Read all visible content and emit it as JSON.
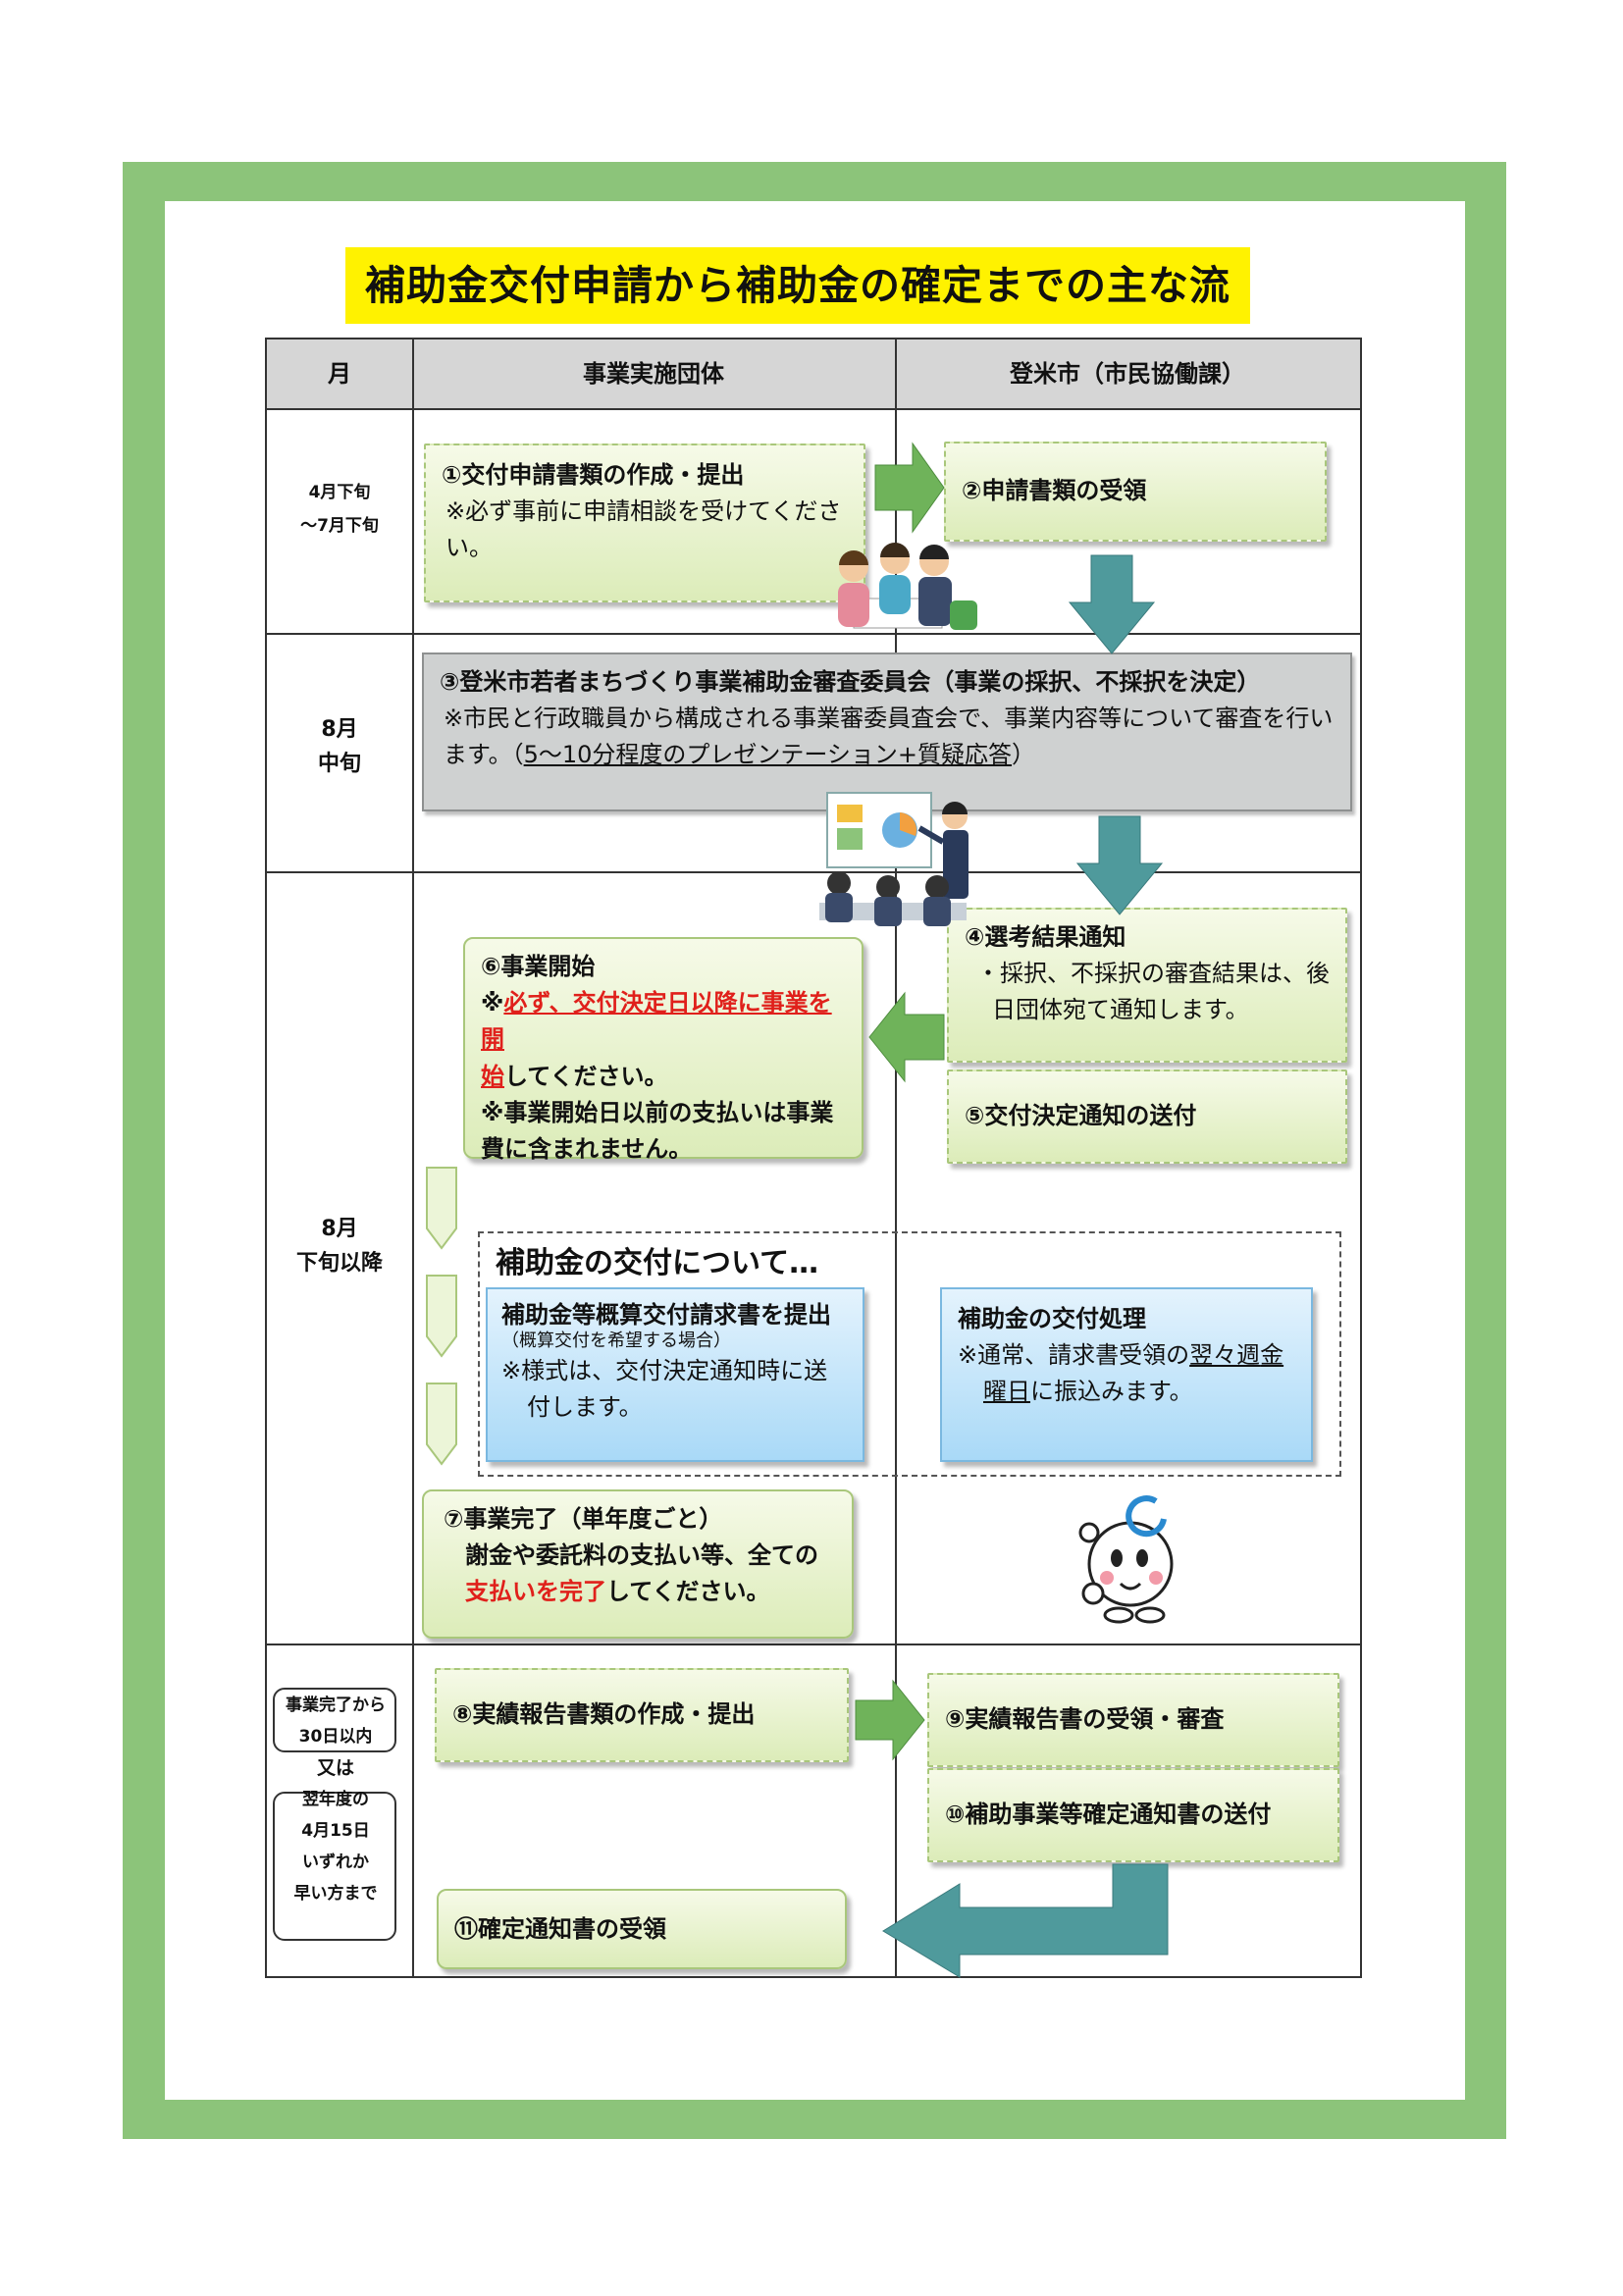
{
  "title": "補助金交付申請から補助金の確定までの主な流れ",
  "headers": {
    "month": "月",
    "org": "事業実施団体",
    "city": "登米市（市民協働課）"
  },
  "months": {
    "m1_line1": "4月下旬",
    "m1_line2": "～7月下旬",
    "m2_line1": "8月",
    "m2_line2": "中旬",
    "m3_line1": "8月",
    "m3_line2": "下旬以降",
    "m4_line1": "事業完了から",
    "m4_line2": "30日以内",
    "m4_line3": "又は",
    "m4_line4": "翌年度の",
    "m4_line5": "4月15日",
    "m4_line6": "いずれか",
    "m4_line7": "早い方まで"
  },
  "steps": {
    "s1_title": "①交付申請書類の作成・提出",
    "s1_note": "※必ず事前に申請相談を受けてください。",
    "s2_title": "②申請書類の受領",
    "s3_title": "③登米市若者まちづくり事業補助金審査委員会（事業の採択、不採択を決定）",
    "s3_note_a": "※市民と行政職員から構成される事業審委員査会で、事業内容等について審査を行います。（",
    "s3_note_u": "5～10分程度のプレゼンテーション+質疑応答",
    "s3_note_b": "）",
    "s4_title": "④選考結果通知",
    "s4_note": "・採択、不採択の審査結果は、後日団体宛て通知します。",
    "s5_title": "⑤交付決定通知の送付",
    "s6_title": "⑥事業開始",
    "s6_mark": "※",
    "s6_red_a": "必ず、交付決定日以降に事業を開",
    "s6_red_b": "始",
    "s6_rest": "してください。",
    "s6_note2": "※事業開始日以前の支払いは事業費に含まれません。",
    "grant_title": "補助金の交付について…",
    "grant_org_title": "補助金等概算交付請求書を提出",
    "grant_org_small": "（概算交付を希望する場合）",
    "grant_org_note": "※様式は、交付決定通知時に送付します。",
    "grant_city_title": "補助金の交付処理",
    "grant_city_note_a": "※通常、請求書受領の",
    "grant_city_note_u1": "翌々週",
    "grant_city_note_u2": "金曜日",
    "grant_city_note_b": "に振込みます。",
    "s7_title": "⑦事業完了（単年度ごと）",
    "s7_note_a": "謝金や委託料の支払い等、全ての",
    "s7_red": "支払いを完了",
    "s7_note_b": "してください。",
    "s8_title": "⑧実績報告書類の作成・提出",
    "s9_title": "⑨実績報告書の受領・審査",
    "s10_title": "⑩補助事業等確定通知書の送付",
    "s11_title": "⑪確定通知書の受領"
  },
  "colors": {
    "frame": "#8cc47a",
    "title_bg": "#fff200",
    "arrow_green": "#6fb35a",
    "arrow_teal": "#4f9a9c",
    "red": "#e0201b"
  }
}
